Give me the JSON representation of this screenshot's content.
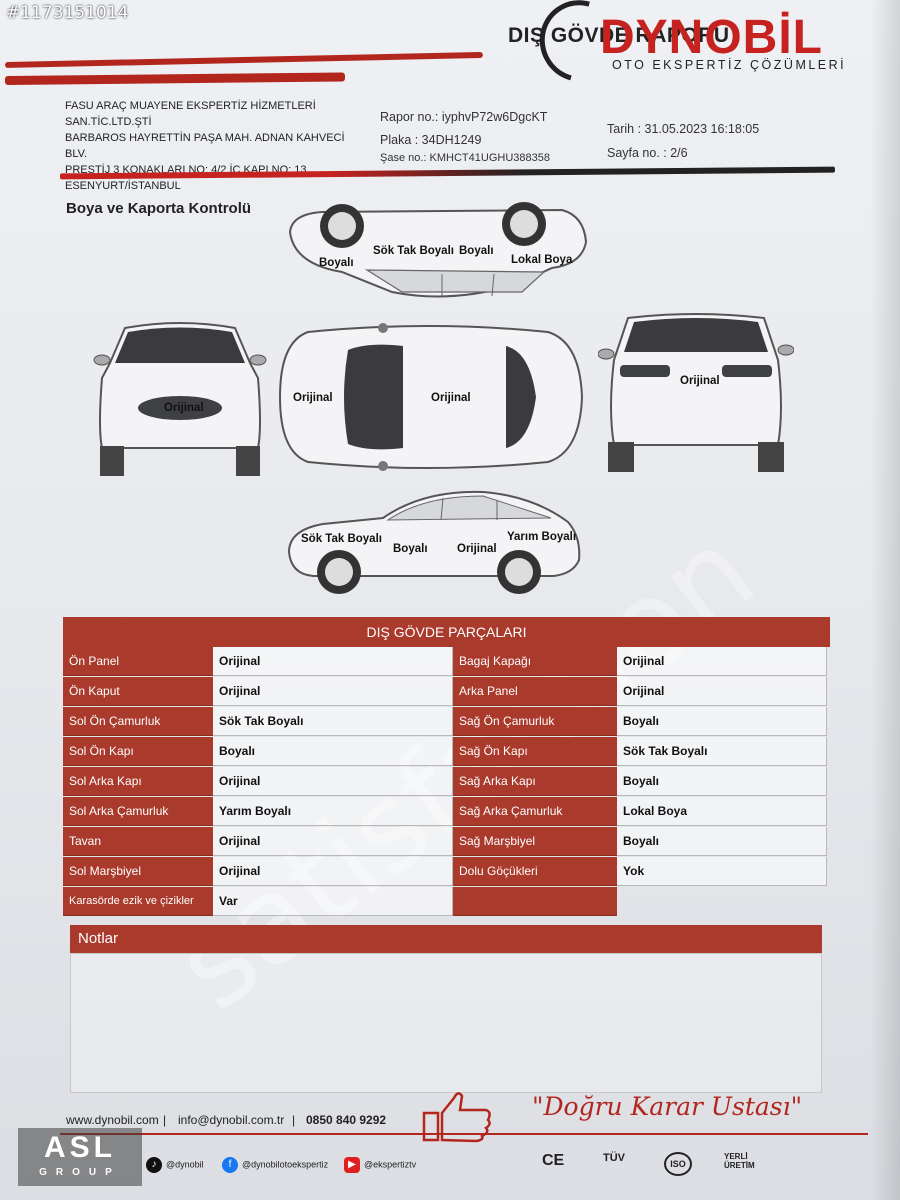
{
  "listing_id": "#1173151014",
  "report": {
    "title": "DIŞ GÖVDE RAPORU",
    "brand": "DYNOBİL",
    "brand_sub": "OTO EKSPERTİZ ÇÖZÜMLERİ",
    "company_lines": [
      "FASU ARAÇ MUAYENE EKSPERTİZ HİZMETLERİ",
      "SAN.TİC.LTD.ŞTİ",
      "BARBAROS HAYRETTİN PAŞA MAH. ADNAN KAHVECİ BLV.",
      "PRESTİJ 3 KONAKLARI NO: 4/2 İÇ KAPI NO: 13",
      "ESENYURT/İSTANBUL"
    ],
    "rapor_no": "Rapor no.: iyphvP72w6DgcKT",
    "plaka": "Plaka : 34DH1249",
    "sase_no": "Şase no.: KMHCT41UGHU388358",
    "tarih": "Tarih : 31.05.2023 16:18:05",
    "sayfa": "Sayfa no. : 2/6"
  },
  "section_title": "Boya ve Kaporta Kontrolü",
  "diagram_labels": {
    "right_side": [
      "Boyalı",
      "Sök Tak Boyalı",
      "Boyalı",
      "Lokal Boya"
    ],
    "front": "Orijinal",
    "top_hood": "Orijinal",
    "top_roof": "Orijinal",
    "rear": "Orijinal",
    "left_side": [
      "Sök Tak Boyalı",
      "Boyalı",
      "Orijinal",
      "Yarım Boyalı"
    ]
  },
  "watermark": "satisfaction",
  "parts_title": "DIŞ GÖVDE PARÇALARI",
  "parts_left": [
    {
      "name": "Ön Panel",
      "value": "Orijinal"
    },
    {
      "name": "Ön Kaput",
      "value": "Orijinal"
    },
    {
      "name": "Sol Ön Çamurluk",
      "value": "Sök Tak Boyalı"
    },
    {
      "name": "Sol Ön Kapı",
      "value": "Boyalı"
    },
    {
      "name": "Sol Arka Kapı",
      "value": "Orijinal"
    },
    {
      "name": "Sol Arka Çamurluk",
      "value": "Yarım Boyalı"
    },
    {
      "name": "Tavan",
      "value": "Orijinal"
    },
    {
      "name": "Sol Marşbiyel",
      "value": "Orijinal"
    },
    {
      "name": "Karasörde ezik ve çizikler",
      "value": "Var"
    }
  ],
  "parts_right": [
    {
      "name": "Bagaj Kapağı",
      "value": "Orijinal"
    },
    {
      "name": "Arka Panel",
      "value": "Orijinal"
    },
    {
      "name": "Sağ Ön Çamurluk",
      "value": "Boyalı"
    },
    {
      "name": "Sağ Ön Kapı",
      "value": "Sök Tak Boyalı"
    },
    {
      "name": "Sağ Arka Kapı",
      "value": "Boyalı"
    },
    {
      "name": "Sağ Arka Çamurluk",
      "value": "Lokal Boya"
    },
    {
      "name": "Sağ Marşbiyel",
      "value": "Boyalı"
    },
    {
      "name": "Dolu Göçükleri",
      "value": "Yok"
    }
  ],
  "notes_title": "Notlar",
  "footer": {
    "website": "www.dynobil.com",
    "email": "info@dynobil.com.tr",
    "phone": "0850 840 9292",
    "slogan": "\"Doğru Karar Ustası\"",
    "tiktok": "@dynobil",
    "facebook": "@dynobilotoekspertiz",
    "youtube": "@ekspertiztv",
    "certs": [
      "CE",
      "TÜV",
      "ISO",
      "YERLİ ÜRETİM"
    ],
    "asl": "ASL",
    "asl_sub": "GROUP"
  }
}
